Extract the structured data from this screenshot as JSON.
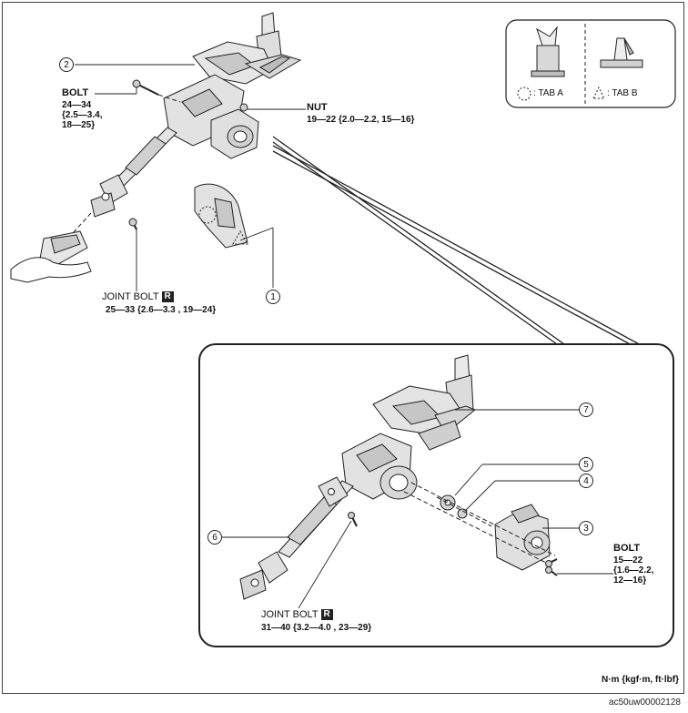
{
  "legend": {
    "tab_a": ": TAB A",
    "tab_b": ": TAB B"
  },
  "callouts": {
    "c1": "1",
    "c2": "2",
    "c3": "3",
    "c4": "4",
    "c5": "5",
    "c6": "6",
    "c7": "7"
  },
  "fasteners": {
    "bolt_upper": {
      "label": "BOLT",
      "torque_line1": "24—34",
      "torque_line2": "{2.5—3.4,",
      "torque_line3": "18—25}"
    },
    "nut": {
      "label": "NUT",
      "torque": "19—22 {2.0—2.2, 15—16}"
    },
    "joint_bolt_upper": {
      "label": "JOINT BOLT",
      "badge": "R",
      "torque": "25—33 {2.6—3.3 , 19—24}"
    },
    "joint_bolt_lower": {
      "label": "JOINT BOLT",
      "badge": "R",
      "torque": "31—40 {3.2—4.0 , 23—29}"
    },
    "bolt_lower": {
      "label": "BOLT",
      "torque_line1": "15—22",
      "torque_line2": "{1.6—2.2,",
      "torque_line3": "12—16}"
    }
  },
  "footer": {
    "units": "N·m {kgf·m, ft·lbf}",
    "image_id": "ac50uw00002128"
  },
  "colors": {
    "line": "#222222",
    "part_fill": "#e6e6e6",
    "part_shade": "#b5b5b5",
    "badge": "#222222"
  }
}
